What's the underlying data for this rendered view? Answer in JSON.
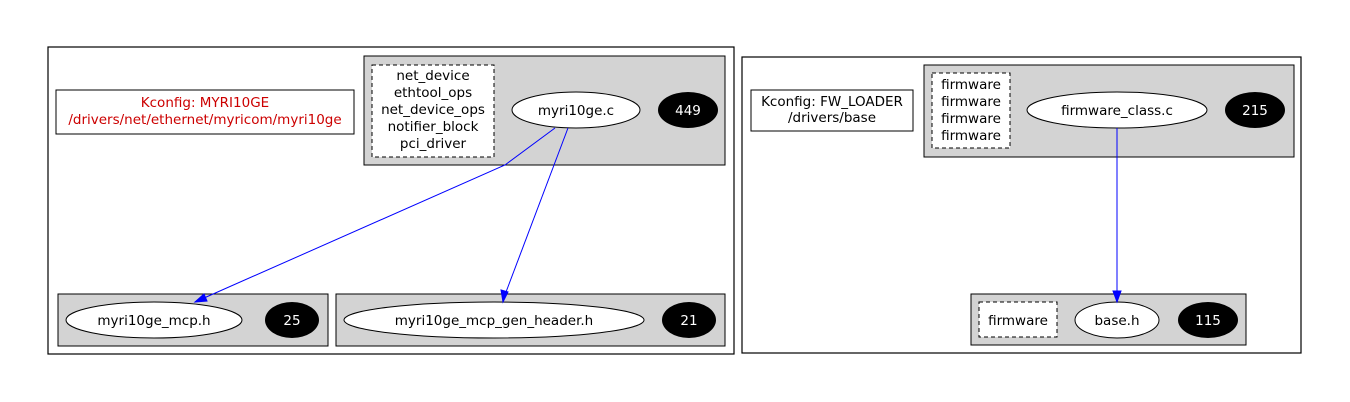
{
  "colors": {
    "cluster_fill": "#d3d3d3",
    "edge": "#0000ff",
    "kconfig_text": "#cc0000",
    "badge": "#000000"
  },
  "left_module": {
    "kconfig": {
      "line1": "Kconfig: MYRI10GE",
      "line2": "/drivers/net/ethernet/myricom/myri10ge"
    },
    "main_file": {
      "name": "myri10ge.c",
      "count": "449",
      "structs": [
        "net_device",
        "ethtool_ops",
        "net_device_ops",
        "notifier_block",
        "pci_driver"
      ]
    },
    "header_a": {
      "name": "myri10ge_mcp.h",
      "count": "25"
    },
    "header_b": {
      "name": "myri10ge_mcp_gen_header.h",
      "count": "21"
    }
  },
  "right_module": {
    "kconfig": {
      "line1": "Kconfig: FW_LOADER",
      "line2": "/drivers/base"
    },
    "main_file": {
      "name": "firmware_class.c",
      "count": "215",
      "structs": [
        "firmware",
        "firmware",
        "firmware",
        "firmware"
      ]
    },
    "header": {
      "name": "base.h",
      "count": "115",
      "structs": [
        "firmware"
      ]
    }
  }
}
